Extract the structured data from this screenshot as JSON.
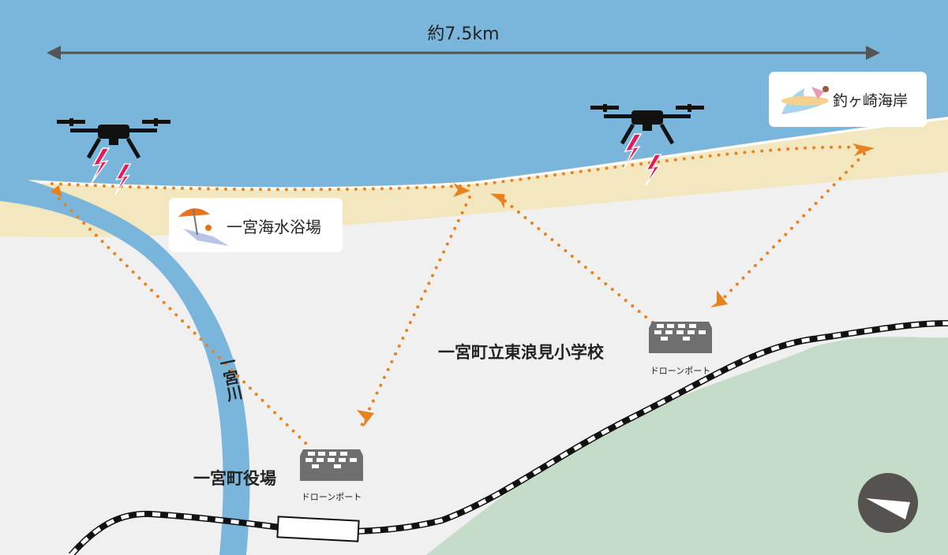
{
  "distance_label": "約7.5km",
  "places": {
    "beach": "一宮海水浴場",
    "coast": "釣ヶ崎海岸",
    "river": "一宮川",
    "school": "一宮町立東浪見小学校",
    "town_hall": "一宮町役場"
  },
  "drone_port_label": "ドローンポート",
  "colors": {
    "sea": "#7ab5db",
    "sand": "#f2e7bf",
    "land": "#f0f0f0",
    "green": "#c5dcc8",
    "route": "#e8821e",
    "signal": "#e6195a"
  },
  "icons": [
    "drone-icon",
    "signal-bolt-icon",
    "drone-port-icon",
    "compass-icon",
    "beach-umbrella-icon",
    "surfer-icon",
    "train-icon"
  ]
}
